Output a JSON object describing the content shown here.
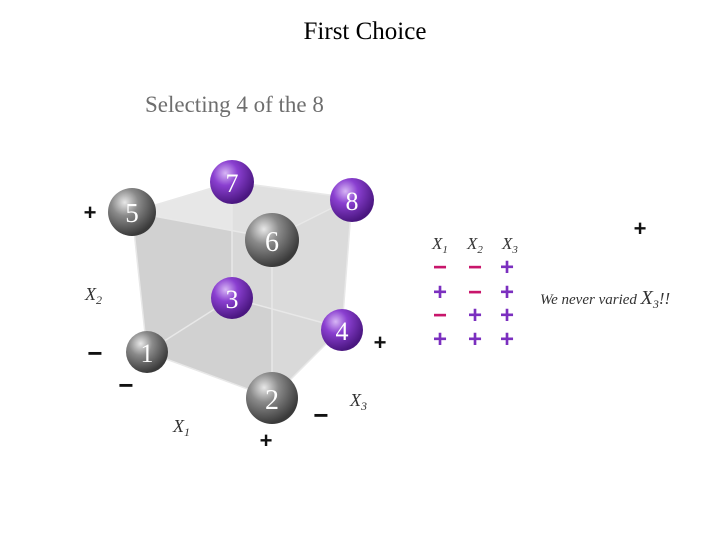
{
  "slide": {
    "title": "First Choice"
  },
  "figure": {
    "heading": "Selecting 4 of the 8",
    "axes": {
      "x1": "X",
      "x1_sub": "1",
      "x2": "X",
      "x2_sub": "2",
      "x3": "X",
      "x3_sub": "3"
    },
    "vertices": [
      {
        "label": "1",
        "selected": false
      },
      {
        "label": "2",
        "selected": false
      },
      {
        "label": "3",
        "selected": true
      },
      {
        "label": "4",
        "selected": true
      },
      {
        "label": "5",
        "selected": false
      },
      {
        "label": "6",
        "selected": false
      },
      {
        "label": "7",
        "selected": true
      },
      {
        "label": "8",
        "selected": true
      }
    ],
    "level_signs": {
      "plus": "+",
      "minus": "−"
    }
  },
  "design_table": {
    "headers": [
      {
        "main": "X",
        "sub": "1"
      },
      {
        "main": "X",
        "sub": "2"
      },
      {
        "main": "X",
        "sub": "3"
      }
    ],
    "rows": [
      [
        "−",
        "−",
        "+"
      ],
      [
        "+",
        "−",
        "+"
      ],
      [
        "−",
        "+",
        "+"
      ],
      [
        "+",
        "+",
        "+"
      ]
    ]
  },
  "note": {
    "text": "We never varied ",
    "var": "X",
    "sub": "3",
    "suffix": "!!"
  },
  "colors": {
    "purple": "#7b2fbf",
    "minus_pink": "#c8156b",
    "gray_sphere": "#7a7a7a",
    "cube_face": "#d6d6d6"
  }
}
